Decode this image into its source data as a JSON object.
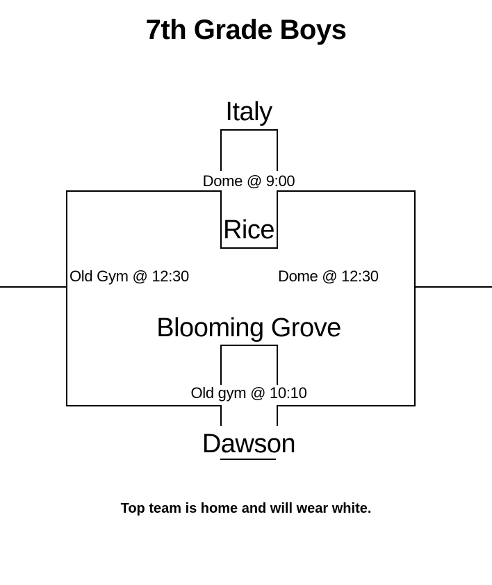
{
  "title": "7th Grade Boys",
  "bracket": {
    "top_match": {
      "team_home": "Italy",
      "team_away": "Rice",
      "location_time": "Dome @ 9:00"
    },
    "left_game": {
      "location_time": "Old Gym @ 12:30"
    },
    "right_game": {
      "location_time": "Dome @ 12:30"
    },
    "bottom_match": {
      "team_home": "Blooming Grove",
      "team_away": "Dawson",
      "location_time": "Old gym @ 10:10"
    }
  },
  "note": "Top team is home and will wear white.",
  "colors": {
    "background": "#ffffff",
    "line": "#000000",
    "text": "#000000"
  }
}
